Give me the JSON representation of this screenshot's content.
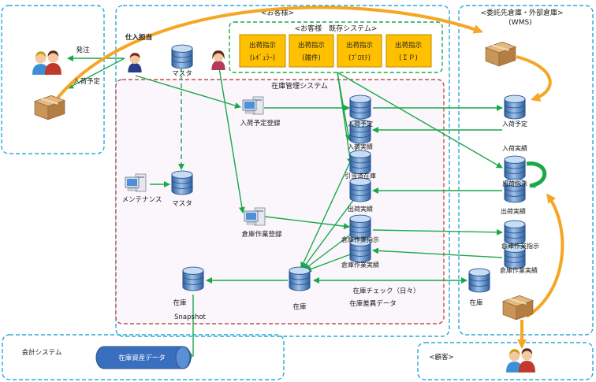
{
  "regions": {
    "customer": "<お客様>",
    "existing_system": "<お客様　既存システム>",
    "inventory_system": "在庫管理システム",
    "wms_line1": "<委託先倉庫・外部倉庫>",
    "wms_line2": "(WMS)",
    "accounting": "会計システム",
    "end_customer": "<顧客>"
  },
  "existing_buttons": [
    {
      "line1": "出荷指示",
      "line2": "(ﾚｷﾞｭﾗｰ)"
    },
    {
      "line1": "出荷指示",
      "line2": "(雑件)"
    },
    {
      "line1": "出荷指示",
      "line2": "(ﾌﾟﾛﾓﾃ)"
    },
    {
      "line1": "出荷指示",
      "line2": "(ＩＰ)"
    }
  ],
  "labels": {
    "order": "発注",
    "arrival_plan": "入荷予定",
    "buyer": "仕入担当",
    "master_top": "マスタ",
    "maintenance": "メンテナンス",
    "master_mid": "マスタ",
    "arrival_reg": "入荷予定登録",
    "warehouse_reg": "倉庫作業登録",
    "inv_arrival_plan": "入荷予定",
    "inv_arrival_actual": "入荷実績",
    "alloc_stock": "引当済在庫",
    "inv_ship_actual": "出荷実績",
    "inv_wh_instr": "倉庫作業指示",
    "inv_wh_actual": "倉庫作業実績",
    "stock": "在庫",
    "snapshot_stock": "在庫",
    "snapshot": "Snapshot",
    "stock_check": "在庫チェック（日々）",
    "stock_diff": "在庫差異データ",
    "wms_arrival_plan": "入荷予定",
    "wms_arrival_actual": "入荷実績",
    "wms_ship_instr": "出荷指示",
    "wms_ship_actual": "出荷実績",
    "wms_wh_instr": "倉庫作業指示",
    "wms_wh_actual": "倉庫作業実績",
    "wms_stock": "在庫",
    "asset_data": "在庫資産データ"
  },
  "colors": {
    "region_border": "#29a9d9",
    "inventory_border": "#c0504d",
    "inventory_fill": "#fbf6fb",
    "existing_border": "#1aa84a",
    "flow": "#1aa84a",
    "external_flow": "#f5a623",
    "button_fill": "#ffc000",
    "button_border": "#c08a00",
    "db_blue": "#3d73b0",
    "asset_fill": "#3a6fc0"
  }
}
